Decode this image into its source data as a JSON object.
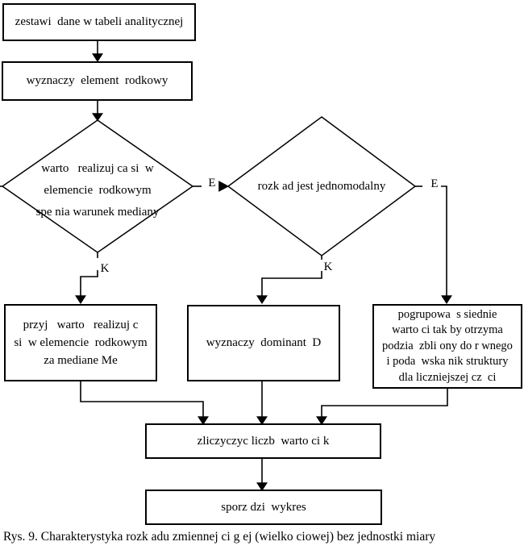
{
  "colors": {
    "ink": "#000000",
    "background": "#ffffff"
  },
  "nodes": {
    "collect": "zestawi  dane w tabeli analitycznej",
    "middle_element": "wyznaczy  element  rodkowy",
    "median_condition": "warto   realizuj ca si  w\nelemencie  rodkowym\nspe nia warunek mediany",
    "unimodal": "rozk ad jest jednomodalny",
    "accept_median": "przyj   warto   realizuj c\nsi  w elemencie  rodkowym\nza mediane Me",
    "dominant": "wyznaczy  dominant  D",
    "group": "pogrupowa  s siednie\nwarto ci tak by otrzyma\npodzia  zbli ony do r wnego\ni poda  wska nik struktury\ndla liczniejszej cz  ci",
    "count": "zliczyczyc liczb  warto ci k",
    "chart": "sporz dzi  wykres"
  },
  "branch_labels": {
    "median_yes": "K",
    "median_no": "E",
    "unimodal_yes": "K",
    "unimodal_no": "E"
  },
  "caption": "Rys. 9. Charakterystyka rozk adu zmiennej ci g ej (wielko ciowej) bez jednostki miary"
}
